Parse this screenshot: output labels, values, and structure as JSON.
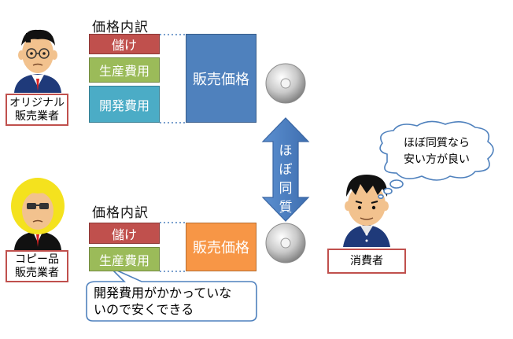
{
  "original": {
    "heading": "価格内訳",
    "profit": "儲け",
    "production_cost": "生産費用",
    "development_cost": "開発費用",
    "sale_price": "販売価格",
    "seller_label_line1": "オリジナル",
    "seller_label_line2": "販売業者"
  },
  "copy": {
    "heading": "価格内訳",
    "profit": "儲け",
    "production_cost": "生産費用",
    "sale_price": "販売価格",
    "seller_label_line1": "コピー品",
    "seller_label_line2": "販売業者",
    "note_line1": "開発費用がかかっていな",
    "note_line2": "いので安くできる"
  },
  "comparison": {
    "arrow_line1": "ほぼ",
    "arrow_line2": "同質"
  },
  "consumer": {
    "label": "消費者",
    "thought_line1": "ほぼ同質なら",
    "thought_line2": "安い方が良い"
  },
  "colors": {
    "profit": "#c0504d",
    "production": "#9bbb59",
    "development": "#4bacc6",
    "price_original": "#4f81bd",
    "price_copy": "#f79646",
    "arrow": "#4f81bd"
  }
}
